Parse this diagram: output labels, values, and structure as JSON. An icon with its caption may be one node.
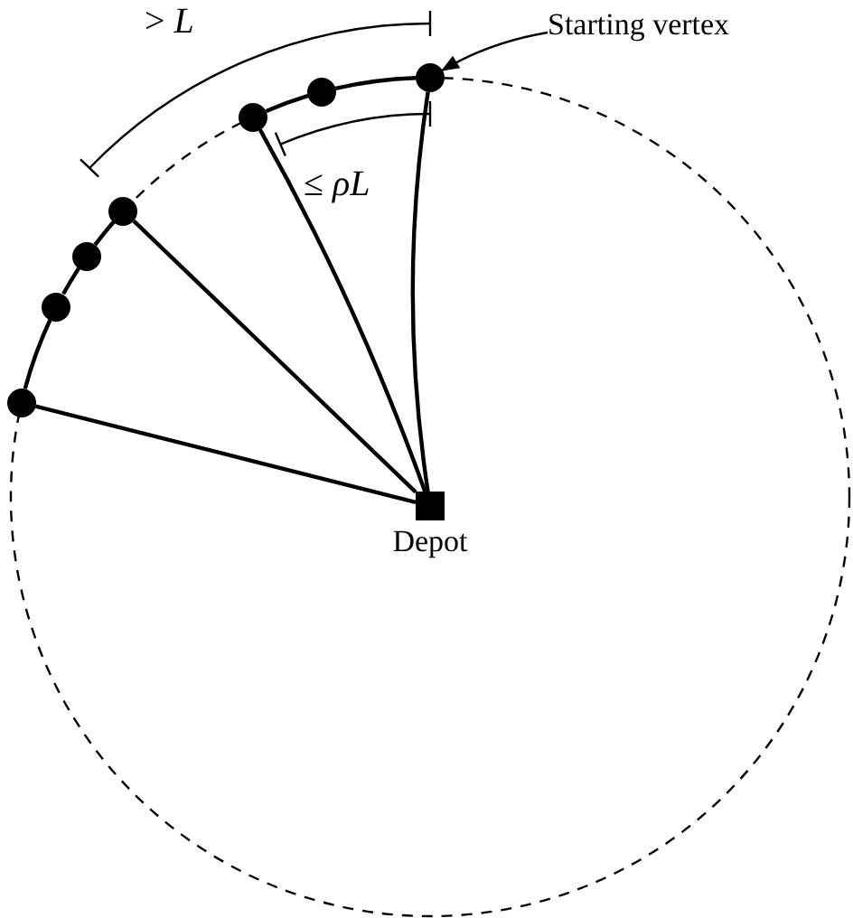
{
  "diagram": {
    "nodes": [
      {
        "text": [
          "Depot"
        ]
      },
      {
        "text": [],
        "shape": "circle"
      },
      {
        "text": [],
        "shape": "circle"
      },
      {
        "text": [],
        "shape": "circle"
      },
      {
        "text": [],
        "shape": "circle"
      },
      {
        "text": [],
        "shape": "circle"
      },
      {
        "text": [],
        "shape": "circle"
      },
      {
        "text": [],
        "shape": "circle"
      },
      {
        "text": [
          "Starting vertex"
        ]
      }
    ],
    "edges": [
      {
        "from": 1,
        "to": 2,
        "arrow": "none"
      },
      {
        "from": 2,
        "to": 3,
        "arrow": "none"
      },
      {
        "from": 4,
        "to": 5,
        "arrow": "none"
      },
      {
        "from": 5,
        "to": 6,
        "arrow": "none"
      },
      {
        "from": 6,
        "to": 7,
        "arrow": "none"
      },
      {
        "from": 0,
        "to": 1,
        "arrow": "none"
      },
      {
        "from": 0,
        "to": 3,
        "arrow": "none"
      },
      {
        "from": 0,
        "to": 4,
        "arrow": "none"
      },
      {
        "from": 0,
        "to": 7,
        "arrow": "none"
      },
      {
        "from": 8,
        "to": 1,
        "arrow": "to"
      }
    ],
    "labels": [
      "> *L*",
      "≤ *ρL*"
    ]
  }
}
